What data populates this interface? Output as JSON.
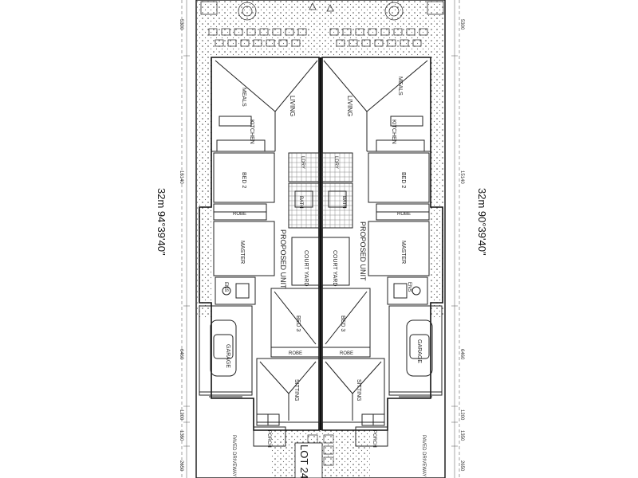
{
  "plan": {
    "left_boundary_text": "32m  94°39'40\"",
    "right_boundary_text": "32m  90°39'40\"",
    "lot_label": "LOT 24",
    "driveway_label_left": "PAVED\nDRIVEWAY",
    "driveway_label_right": "PAVED\nDRIVEWAY",
    "dims_left": [
      "5300",
      "15140",
      "6460",
      "1200",
      "1350",
      "2650"
    ],
    "dims_right": [
      "5300",
      "15140",
      "6460",
      "1200",
      "1350",
      "2650"
    ],
    "rooms_left": {
      "meals": "MEALS",
      "living": "LIVING",
      "kitchen": "KITCHEN",
      "bed2": "BED 2",
      "robe_upper": "ROBE",
      "master": "MASTER",
      "ens": "ENS",
      "ldry": "LDRY",
      "bath": "BATH",
      "court_yard": "COURT\nYARD",
      "proposed_unit": "PROPOSED UNIT",
      "bed3": "BED 3",
      "robe_lower": "ROBE",
      "garage": "GARAGE",
      "sitting": "SITTING",
      "porch": "PORCH"
    },
    "rooms_right": {
      "meals": "MEALS",
      "living": "LIVING",
      "kitchen": "KITCHEN",
      "bed2": "BED 2",
      "robe_upper": "ROBE",
      "master": "MASTER",
      "ens": "ENS",
      "ldry": "LDRY",
      "bath": "BATH",
      "court_yard": "COURT\nYARD",
      "proposed_unit": "PROPOSED UNIT",
      "bed3": "BED 3",
      "robe_lower": "ROBE",
      "garage": "GARAGE",
      "sitting": "SITTING",
      "porch": "PORCH"
    }
  }
}
